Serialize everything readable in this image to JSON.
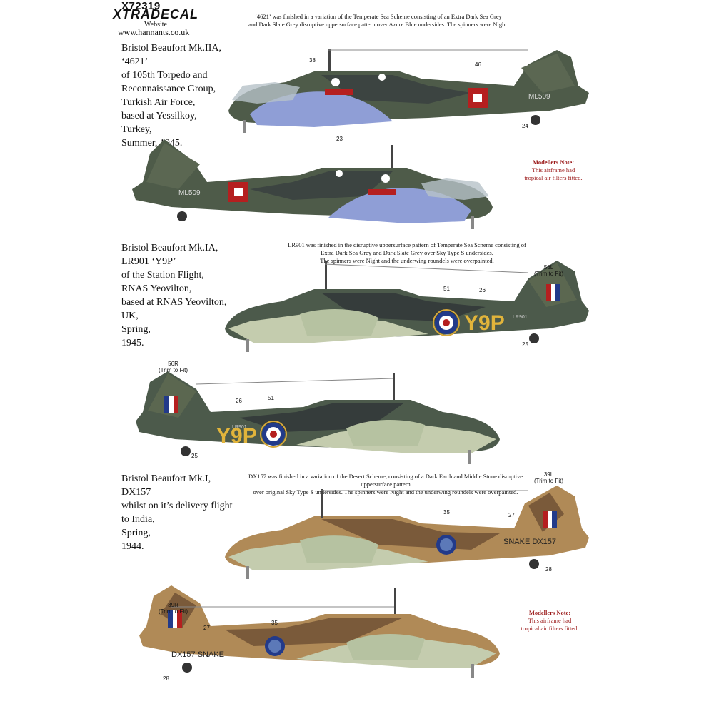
{
  "header": {
    "code": "X72319",
    "brand": "XTRADECAL",
    "website_label": "Website",
    "url": "www.hannants.co.uk"
  },
  "aircraft": [
    {
      "title": "Bristol Beaufort Mk.IIA,\n‘4621’\nof 105th Torpedo and\nReconnaissance Group,\nTurkish Air Force,\nbased at Yessilkoy,\nTurkey,\nSummer, 1945.",
      "scheme_note": "‘4621’ was finished in a variation of the Temperate Sea Scheme consisting of an Extra Dark Sea Grey\nand Dark Slate Grey disruptive uppersurface pattern over Azure Blue undersides. The spinners were Night.",
      "modellers_note_title": "Modellers Note:",
      "modellers_note_text": "This airframe had\ntropical air filters fitted.",
      "serial_right": "ML509",
      "serial_left": "ML509",
      "callouts": [
        "38",
        "46",
        "23",
        "24"
      ]
    },
    {
      "title": "Bristol Beaufort Mk.IA,\nLR901 ‘Y9P’\nof the Station Flight,\nRNAS Yeovilton,\nbased at RNAS Yeovilton,\nUK,\nSpring,\n1945.",
      "scheme_note": "LR901 was finished in the disruptive uppersurface pattern of Temperate Sea Scheme consisting of\nExtra Dark Sea Grey and Dark Slate Grey over Sky Type S undersides.\nThe spinners were Night and the underwing roundels were overpainted.",
      "code_letters": "Y9P",
      "serial": "LR901",
      "callouts": [
        "56L",
        "(Trim to Fit)",
        "51",
        "26",
        "25",
        "56R",
        "(Trim to Fit)",
        "26",
        "51",
        "25"
      ]
    },
    {
      "title": "Bristol Beaufort Mk.I,\nDX157\nwhilst on it’s delivery flight\nto India,\nSpring,\n1944.",
      "scheme_note": "DX157 was finished in a variation of the Desert Scheme, consisting of a Dark Earth and Middle Stone disruptive uppersurface pattern\nover original Sky Type S undersides. The spinners were Night and the underwing roundels were overpainted.",
      "modellers_note_title": "Modellers Note:",
      "modellers_note_text": "This airframe had\ntropical air filters fitted.",
      "marking_right": "SNAKE DX157",
      "marking_left": "DX157 SNAKE",
      "callouts": [
        "39L",
        "(Trim to Fit)",
        "35",
        "27",
        "28",
        "39R",
        "(Trim to Fit)",
        "27",
        "35",
        "28"
      ]
    }
  ]
}
